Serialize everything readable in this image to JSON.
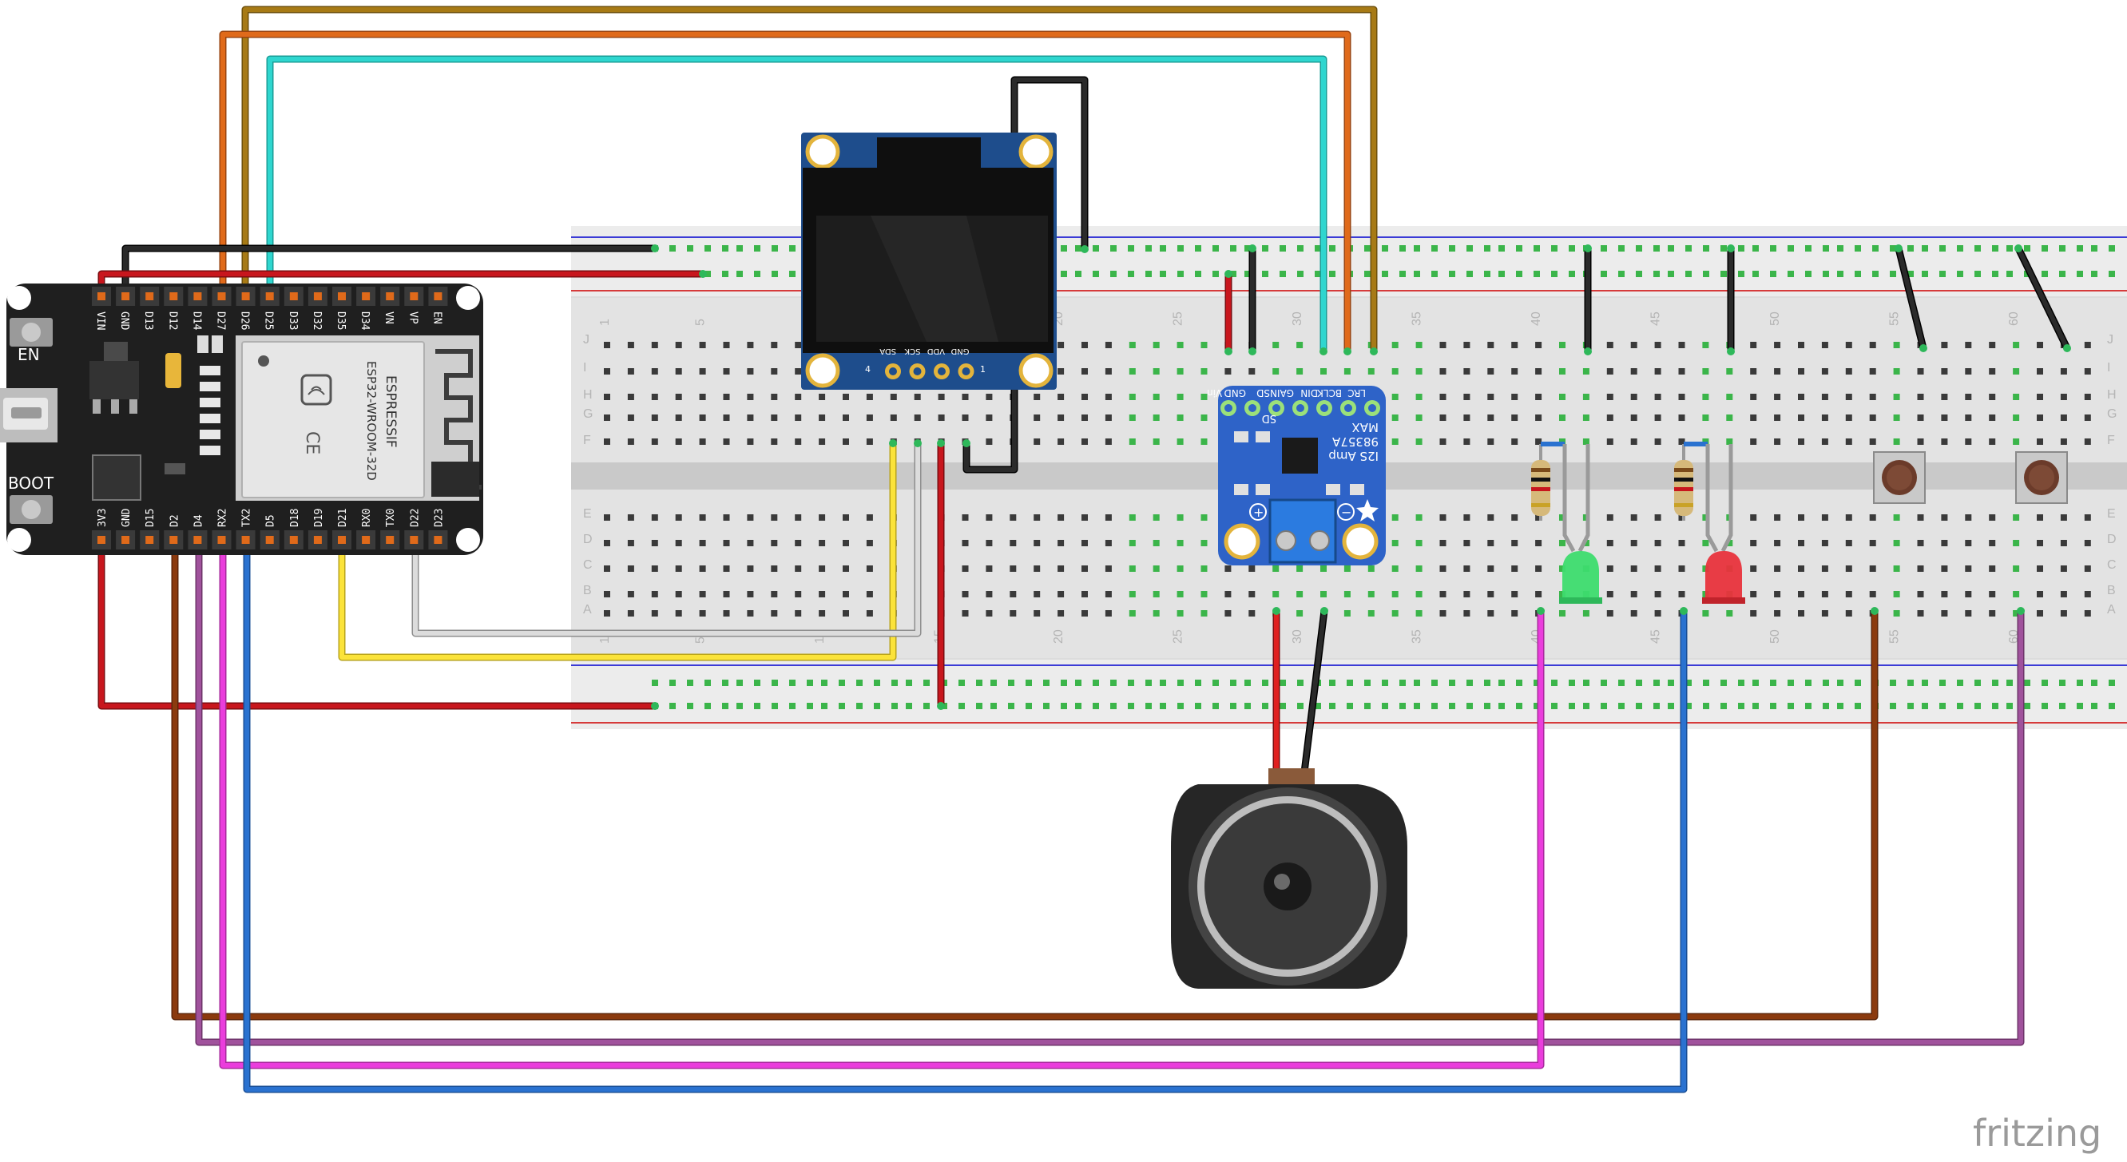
{
  "esp32": {
    "top_pins": [
      "VIN",
      "GND",
      "D13",
      "D12",
      "D14",
      "D27",
      "D26",
      "D25",
      "D33",
      "D32",
      "D35",
      "D34",
      "VN",
      "VP",
      "EN"
    ],
    "bottom_pins": [
      "3V3",
      "GND",
      "D15",
      "D2",
      "D4",
      "RX2",
      "TX2",
      "D5",
      "D18",
      "D19",
      "D21",
      "RX0",
      "TX0",
      "D22",
      "D23"
    ],
    "en_label": "EN",
    "boot_label": "BOOT",
    "module_brand": "ESPRESSIF",
    "module_model": "ESP32-WROOM-32D",
    "module_mark": "CE"
  },
  "oled": {
    "pins": [
      "SDA",
      "SCK",
      "VDD",
      "GND"
    ],
    "index_left": "4",
    "index_right": "1"
  },
  "amp": {
    "pins": [
      "Vin",
      "GND",
      "SD",
      "GAIN",
      "DIN",
      "BCLK",
      "LRC"
    ],
    "chip_label": "SD",
    "title_line1": "MAX",
    "title_line2": "98357A",
    "title_line3": "I2S Amp",
    "plus": "+",
    "minus": "−"
  },
  "breadboard": {
    "row_letters_top": [
      "J",
      "I",
      "H",
      "G",
      "F"
    ],
    "row_letters_bottom": [
      "E",
      "D",
      "C",
      "B",
      "A"
    ],
    "column_numbers": [
      "1",
      "5",
      "10",
      "15",
      "20",
      "25",
      "30",
      "35",
      "40",
      "45",
      "50",
      "55",
      "60"
    ]
  },
  "watermark": "fritzing",
  "colors": {
    "black": "#1a1a1a",
    "red": "#c8161d",
    "orange": "#e06a1a",
    "gold": "#a77a15",
    "cyan": "#2fd6cf",
    "yellow": "#fbe33a",
    "white_wire": "#c8c8c8",
    "brown": "#8b3a0e",
    "purple": "#a0529c",
    "magenta": "#ea3ddc",
    "blue": "#2a72d0",
    "board": "#1f1f1f",
    "amp_pcb": "#2e63c8",
    "oled_pcb": "#1e4d8c",
    "led_green": "#3ddc6e",
    "led_red": "#e8333c"
  }
}
